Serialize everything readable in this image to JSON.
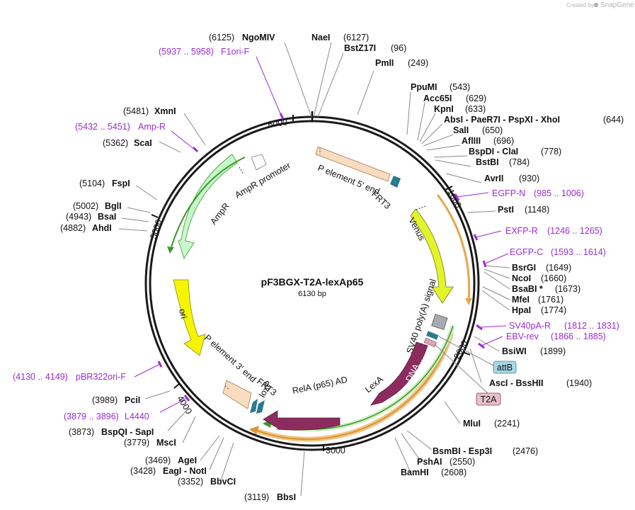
{
  "credit": {
    "prefix": "Created by",
    "brand": "SnapGene"
  },
  "plasmid": {
    "name": "pF3BGX-T2A-lexAp65",
    "size": "6130 bp"
  },
  "ticks": [
    "1000",
    "2000",
    "3000",
    "4000",
    "5000",
    "6000"
  ],
  "enzymes_right": [
    {
      "name": "NaeI",
      "pos": "(6127)"
    },
    {
      "name": "BstZ17I",
      "pos": "(96)"
    },
    {
      "name": "PmlI",
      "pos": "(249)"
    },
    {
      "name": "PpuMI",
      "pos": "(543)"
    },
    {
      "name": "Acc65I",
      "pos": "(629)"
    },
    {
      "name": "KpnI",
      "pos": "(633)"
    },
    {
      "name": "AbsI - PaeR7I - PspXI - XhoI",
      "pos": "(644)"
    },
    {
      "name": "SalI",
      "pos": "(650)"
    },
    {
      "name": "AflIII",
      "pos": "(696)"
    },
    {
      "name": "BspDI - ClaI",
      "pos": "(778)"
    },
    {
      "name": "BstBI",
      "pos": "(784)"
    },
    {
      "name": "AvrII",
      "pos": "(930)"
    },
    {
      "name": "PstI",
      "pos": "(1148)"
    },
    {
      "name": "BsrGI",
      "pos": "(1649)"
    },
    {
      "name": "NcoI",
      "pos": "(1660)"
    },
    {
      "name": "BsaBI *",
      "pos": "(1673)"
    },
    {
      "name": "MfeI",
      "pos": "(1761)"
    },
    {
      "name": "HpaI",
      "pos": "(1774)"
    },
    {
      "name": "BsiWI",
      "pos": "(1899)"
    },
    {
      "name": "AscI - BssHII",
      "pos": "(1940)"
    },
    {
      "name": "MluI",
      "pos": "(2241)"
    },
    {
      "name": "BsmBI - Esp3I",
      "pos": "(2476)"
    },
    {
      "name": "PshAI",
      "pos": "(2550)"
    },
    {
      "name": "BamHI",
      "pos": "(2608)"
    }
  ],
  "enzymes_left": [
    {
      "name": "NgoMIV",
      "pos": "(6125)"
    },
    {
      "name": "XmnI",
      "pos": "(5481)"
    },
    {
      "name": "ScaI",
      "pos": "(5362)"
    },
    {
      "name": "FspI",
      "pos": "(5104)"
    },
    {
      "name": "BglI",
      "pos": "(5002)"
    },
    {
      "name": "BsaI",
      "pos": "(4943)"
    },
    {
      "name": "AhdI",
      "pos": "(4882)"
    },
    {
      "name": "PciI",
      "pos": "(3989)"
    },
    {
      "name": "BspQI - SapI",
      "pos": "(3873)"
    },
    {
      "name": "MscI",
      "pos": "(3779)"
    },
    {
      "name": "AgeI",
      "pos": "(3469)"
    },
    {
      "name": "EagI - NotI",
      "pos": "(3428)"
    },
    {
      "name": "BbvCI",
      "pos": "(3352)"
    },
    {
      "name": "BbsI",
      "pos": "(3119)"
    }
  ],
  "primers": [
    {
      "name": "F1ori-F",
      "range": "(5937 .. 5958)"
    },
    {
      "name": "Amp-R",
      "range": "(5432 .. 5451)"
    },
    {
      "name": "EGFP-N",
      "range": "(985 .. 1006)"
    },
    {
      "name": "EXFP-R",
      "range": "(1246 .. 1265)"
    },
    {
      "name": "EGFP-C",
      "range": "(1593 .. 1614)"
    },
    {
      "name": "SV40pA-R",
      "range": "(1812 .. 1831)"
    },
    {
      "name": "EBV-rev",
      "range": "(1866 .. 1885)"
    },
    {
      "name": "pBR322ori-F",
      "range": "(4130 .. 4149)"
    },
    {
      "name": "L4440",
      "range": "(3879 .. 3896)"
    }
  ],
  "features": {
    "p5": "P element 5′ end",
    "frt3_top": "FRT3",
    "venus": "Venus",
    "sv40": "SV40 poly(A) signal",
    "lexa_dna": "DNA...",
    "lexa": "LexA",
    "rela": "RelA (p65) AD",
    "loxp": "loxP",
    "frt3_bottom": "FRT3",
    "p3": "P element 3′ end",
    "ori": "ori",
    "ampr": "AmpR",
    "ampr_promoter": "AmpR promoter",
    "attb": "attB",
    "t2a": "T2A"
  }
}
